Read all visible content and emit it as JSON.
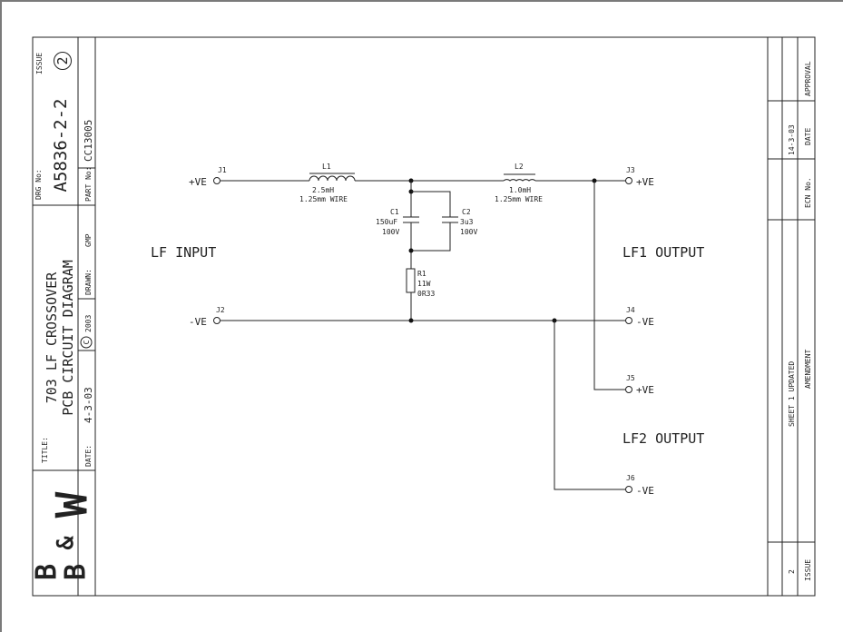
{
  "title_block": {
    "title_label": "TITLE:",
    "title_line1": "703 LF CROSSOVER",
    "title_line2": "PCB CIRCUIT DIAGRAM",
    "drg_label": "DRG No:",
    "drg_number": "A5836-2-2",
    "issue_label": "ISSUE",
    "issue_number": "2",
    "part_label": "PART No:",
    "part_number": "CC13005",
    "date_label": "DATE:",
    "date_value": "4-3-03",
    "copyright_symbol": "C",
    "copyright_year": "2003",
    "drawn_label": "DRAWN:",
    "drawn_value": "GMP",
    "logo": {
      "top": "B",
      "mid": "&",
      "right": "W"
    }
  },
  "amendment_block": {
    "approval_label": "APPROVAL",
    "date_label": "DATE",
    "date_value": "14-3-03",
    "ecn_label": "ECN No.",
    "amendment_label": "AMENDMENT",
    "amendment_text": "SHEET 1 UPDATED",
    "issue_label": "ISSUE",
    "issue_value": "2"
  },
  "schematic": {
    "lf_input": "LF INPUT",
    "lf1_output": "LF1 OUTPUT",
    "lf2_output": "LF2 OUTPUT",
    "j1": {
      "ref": "J1",
      "label": "+VE"
    },
    "j2": {
      "ref": "J2",
      "label": "-VE"
    },
    "j3": {
      "ref": "J3",
      "label": "+VE"
    },
    "j4": {
      "ref": "J4",
      "label": "-VE"
    },
    "j5": {
      "ref": "J5",
      "label": "+VE"
    },
    "j6": {
      "ref": "J6",
      "label": "-VE"
    },
    "l1": {
      "ref": "L1",
      "value": "2.5mH",
      "note": "1.25mm WIRE"
    },
    "l2": {
      "ref": "L2",
      "value": "1.0mH",
      "note": "1.25mm WIRE"
    },
    "c1": {
      "ref": "C1",
      "value": "150uF",
      "rating": "100V"
    },
    "c2": {
      "ref": "C2",
      "value": "3u3",
      "rating": "100V"
    },
    "r1": {
      "ref": "R1",
      "power": "11W",
      "value": "0R33"
    }
  }
}
